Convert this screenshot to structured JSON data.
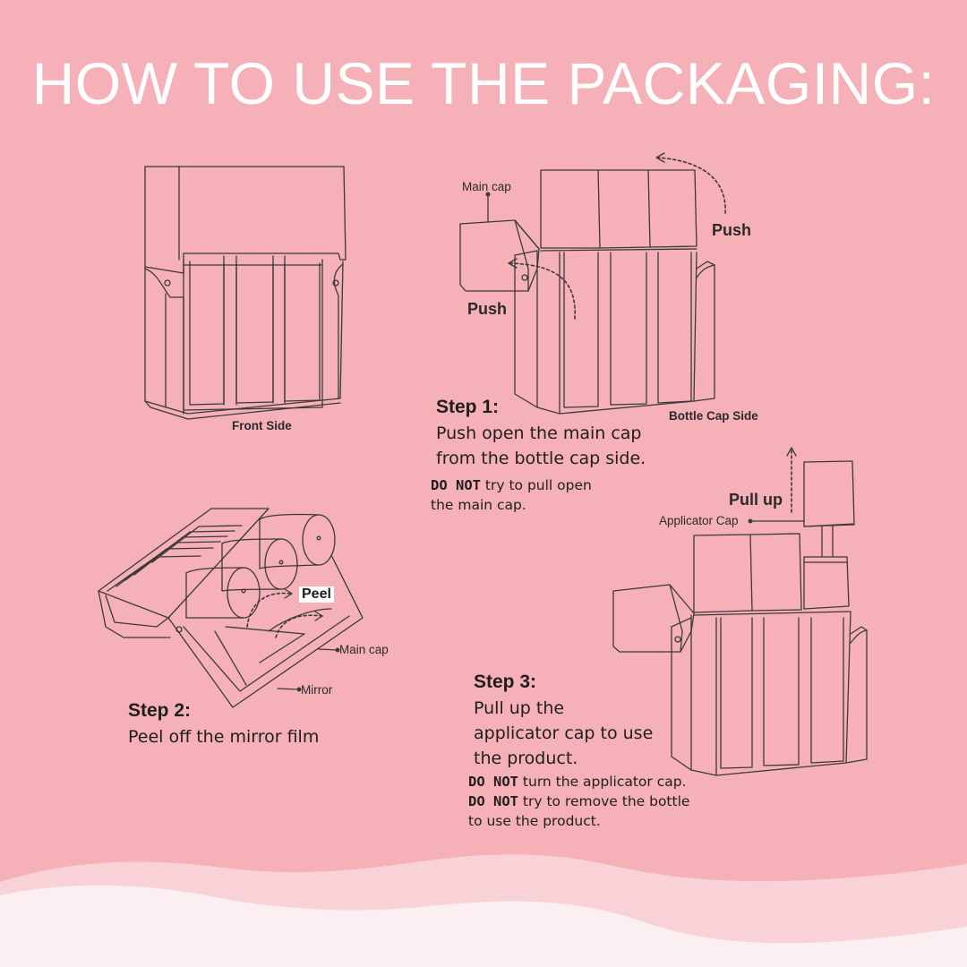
{
  "title": "HOW TO USE THE PACKAGING:",
  "colors": {
    "background": "#f6b0b7",
    "title": "#ffffff",
    "wave_light": "#f9d2d8",
    "wave_lightest": "#fbeff1",
    "line": "#3a3a3a"
  },
  "labels": {
    "front_side": "Front Side",
    "main_cap_1": "Main cap",
    "push_top": "Push",
    "push_left": "Push",
    "bottle_cap_side": "Bottle Cap Side",
    "peel": "Peel",
    "main_cap_2": "Main cap",
    "mirror": "Mirror",
    "pull_up": "Pull up",
    "applicator_cap": "Applicator Cap"
  },
  "steps": {
    "step1": {
      "heading": "Step 1:",
      "lines": [
        "Push open the main cap",
        "from the bottle cap side."
      ],
      "warning": {
        "bold": "DO NOT",
        "rest_1": " try to pull open",
        "rest_2": "the main cap."
      }
    },
    "step2": {
      "heading": "Step 2:",
      "lines": [
        "Peel off the mirror film"
      ]
    },
    "step3": {
      "heading": "Step 3:",
      "lines": [
        "Pull up the",
        "applicator cap to use",
        "the product."
      ],
      "warnings": [
        {
          "bold": "DO NOT",
          "rest": " turn the applicator cap."
        },
        {
          "bold": "DO NOT",
          "rest": " try to remove the bottle",
          "rest_2": "to use the product."
        }
      ]
    }
  }
}
